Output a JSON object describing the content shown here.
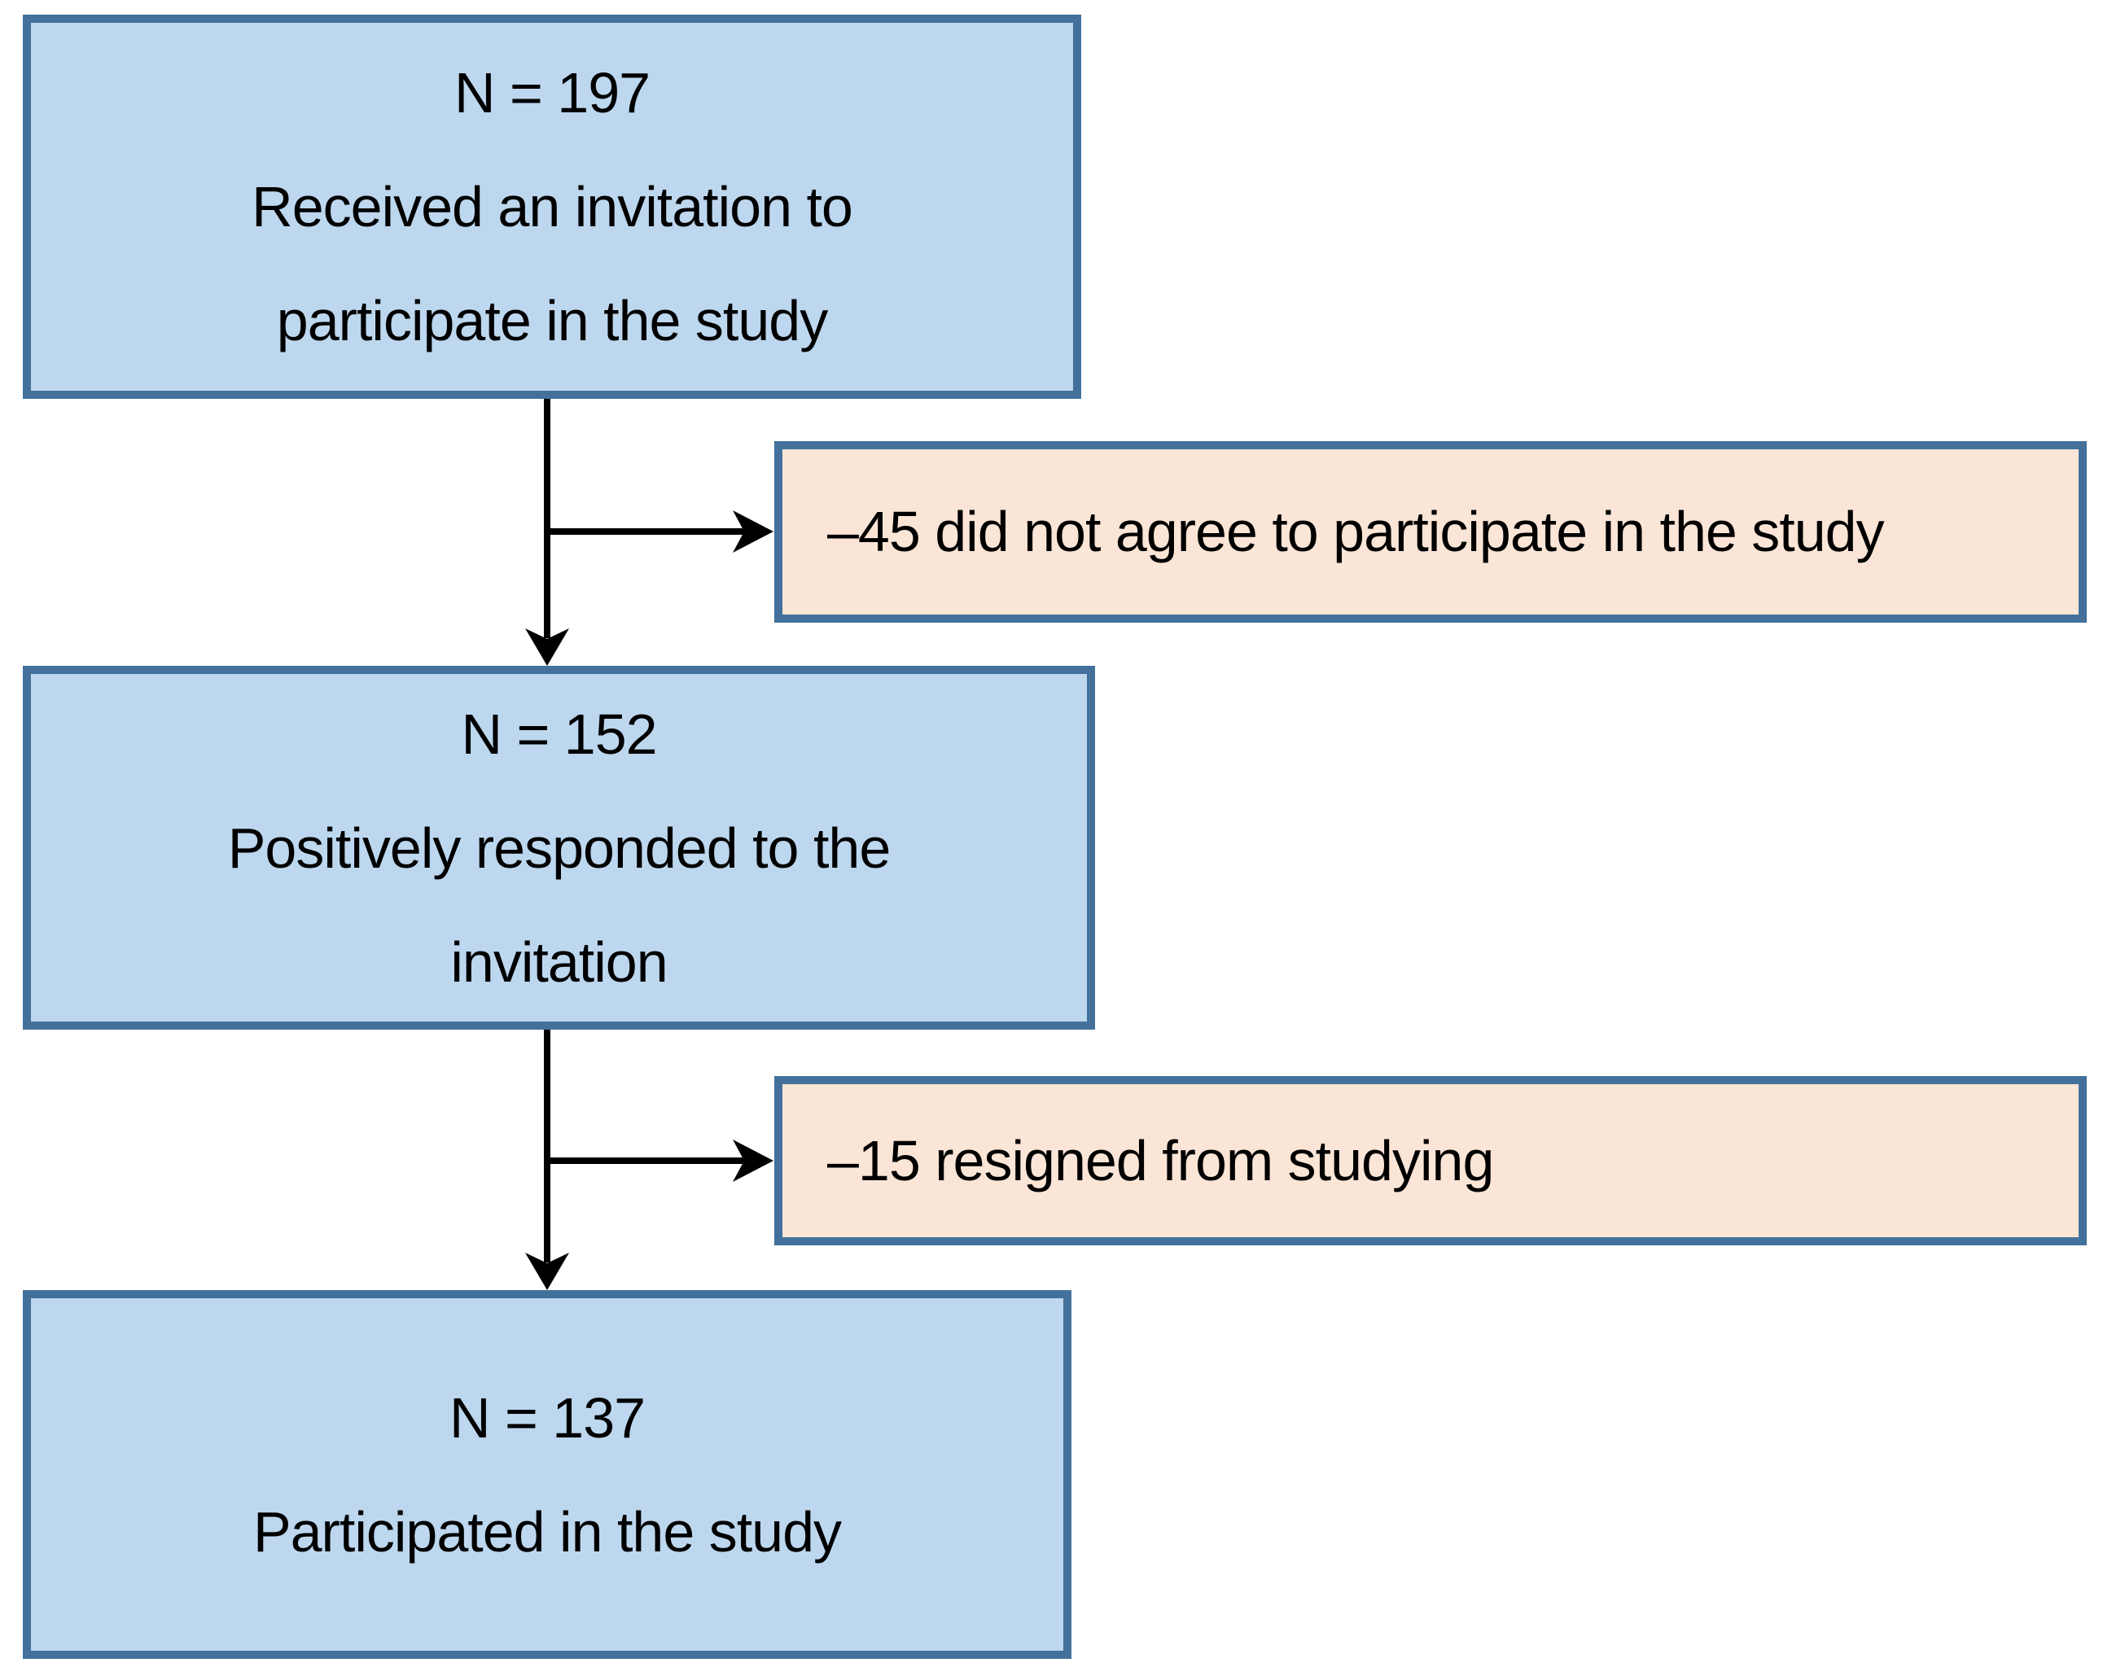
{
  "theme": {
    "background": "#ffffff",
    "box_border": "#43719c",
    "stage_fill": "#bdd7ee",
    "exclusion_fill": "#fbe5d6",
    "text_color": "#000000",
    "arrow_color": "#000000"
  },
  "nodes": {
    "invited": {
      "lines": [
        "N = 197",
        "Received an invitation to",
        "participate in the study"
      ]
    },
    "declined": {
      "lines": [
        "–45 did not agree to participate in the study"
      ]
    },
    "responded": {
      "lines": [
        "N = 152",
        "Positively responded to the",
        "invitation"
      ]
    },
    "resigned": {
      "lines": [
        "–15 resigned from studying"
      ]
    },
    "participated": {
      "lines": [
        "N = 137",
        "Participated in the study"
      ]
    }
  },
  "counts": {
    "invited": 197,
    "did_not_agree": 45,
    "responded": 152,
    "resigned": 15,
    "participated": 137
  },
  "flow": [
    {
      "from": "invited",
      "branch_out": "declined",
      "to": "responded"
    },
    {
      "from": "responded",
      "branch_out": "resigned",
      "to": "participated"
    }
  ]
}
